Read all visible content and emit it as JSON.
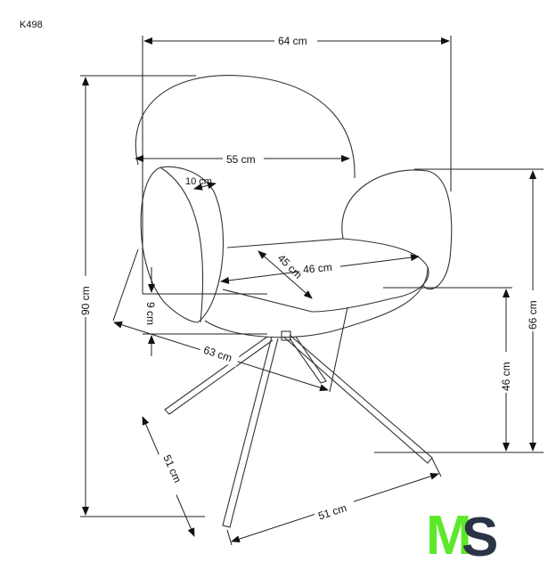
{
  "product_code": "K498",
  "dimensions": {
    "total_width": "64 cm",
    "back_width": "55 cm",
    "armrest_thickness": "10 cm",
    "seat_width": "46 cm",
    "seat_depth": "45 cm",
    "seat_thickness": "9 cm",
    "total_depth": "63 cm",
    "total_height": "90 cm",
    "armrest_height": "66 cm",
    "seat_height": "46 cm",
    "base_depth": "51 cm",
    "base_width": "51 cm"
  },
  "logo": {
    "letter1": "M",
    "letter2": "S",
    "color1": "#5ee82a",
    "color2": "#2b3444"
  }
}
